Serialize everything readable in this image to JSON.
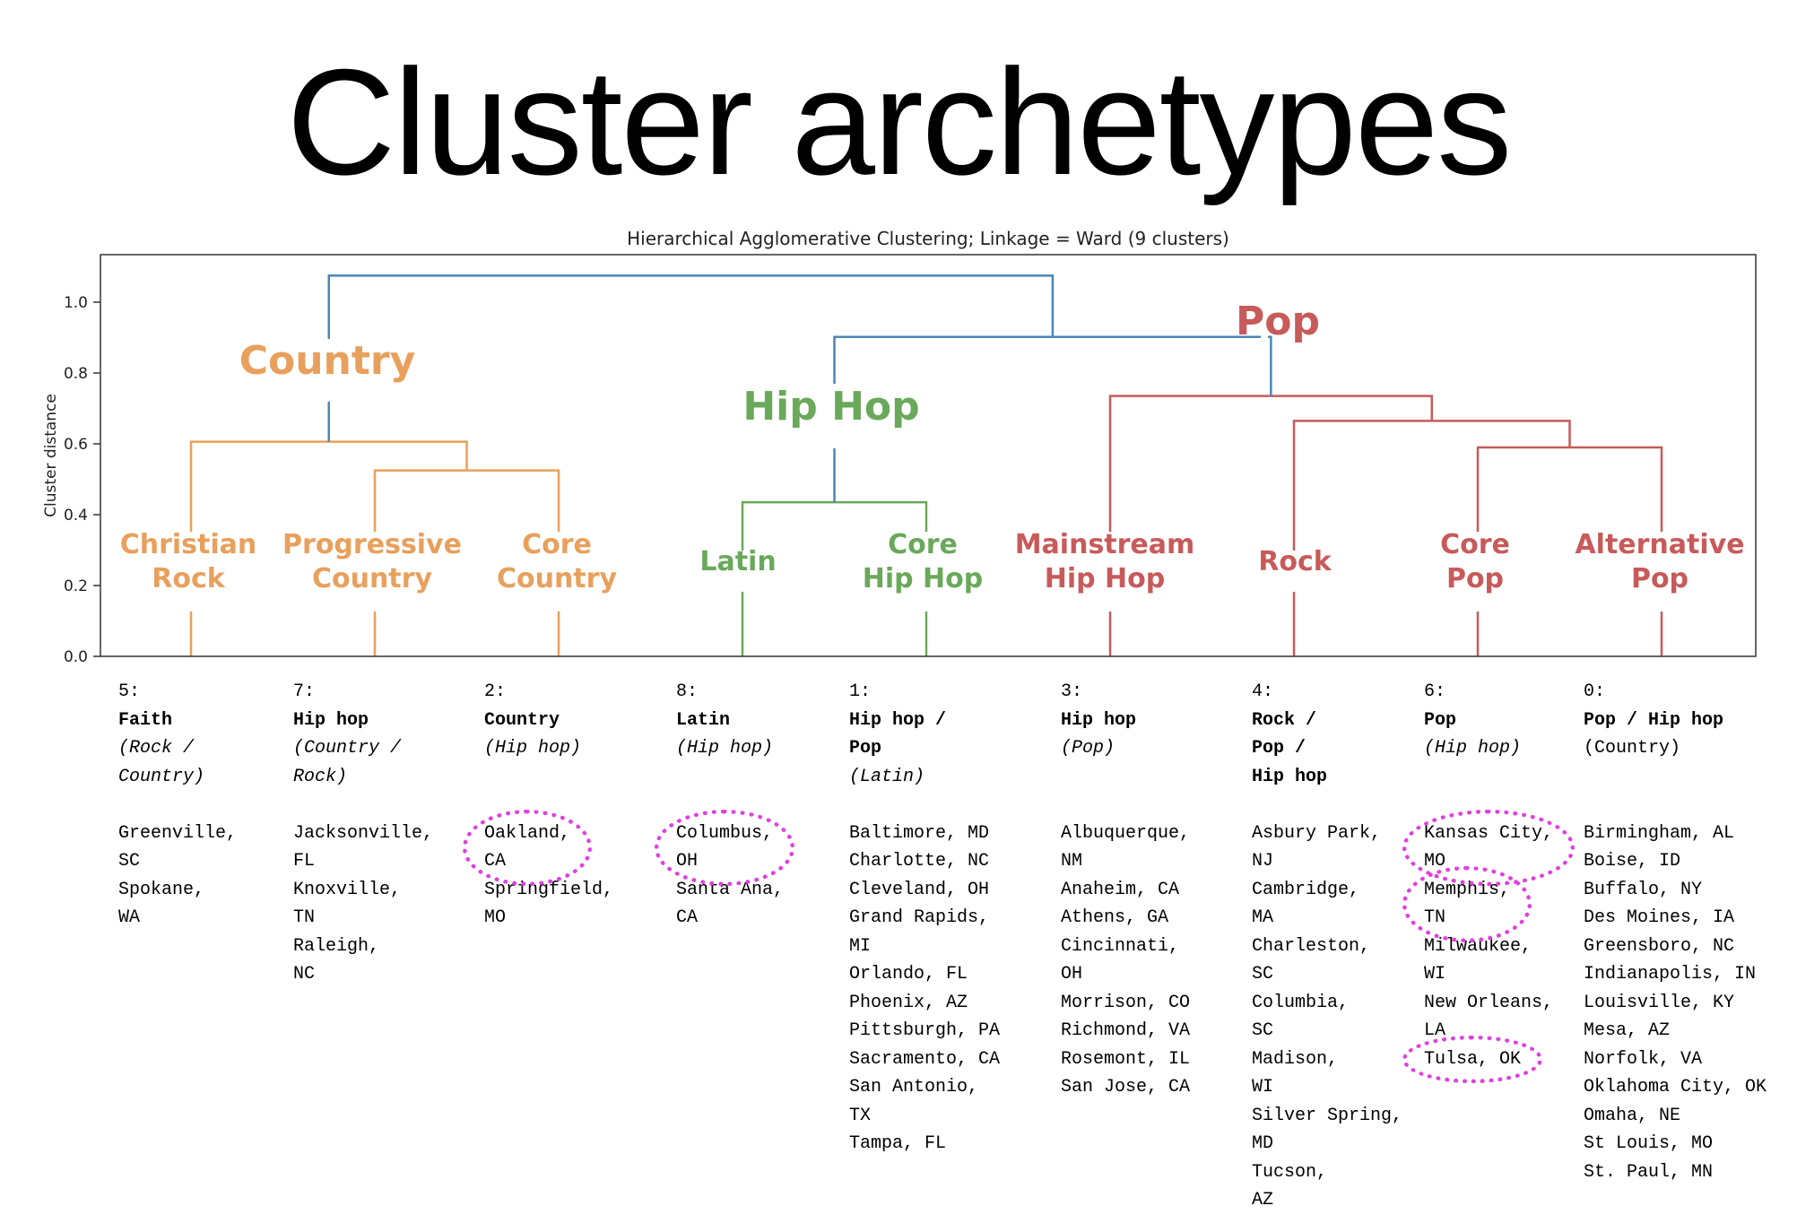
{
  "slide": {
    "title": "Cluster archetypes"
  },
  "chart_data": {
    "type": "dendrogram",
    "title": "Hierarchical Agglomerative Clustering; Linkage = Ward (9 clusters)",
    "ylabel": "Cluster distance",
    "ylim": [
      0,
      1.12
    ],
    "yticks": [
      "0.0",
      "0.2",
      "0.4",
      "0.6",
      "0.8",
      "1.0"
    ],
    "ytick_values": [
      0,
      0.2,
      0.4,
      0.6,
      0.8,
      1.0
    ],
    "colors": {
      "country": "#E8A05C",
      "hiphop": "#6AA85A",
      "pop": "#C85A5A",
      "root": "#4A86B8",
      "highlight": "#E040E0"
    },
    "leaf_order": [
      "5",
      "7",
      "2",
      "8",
      "1",
      "3",
      "4",
      "6",
      "0"
    ],
    "merges": [
      {
        "left": "7",
        "right": "2",
        "height": 0.525,
        "color": "#E8A05C"
      },
      {
        "left": "5",
        "right": "7+2",
        "height": 0.606,
        "color": "#E8A05C"
      },
      {
        "left": "8",
        "right": "1",
        "height": 0.435,
        "color": "#6AA85A"
      },
      {
        "left": "6",
        "right": "0",
        "height": 0.59,
        "color": "#C85A5A"
      },
      {
        "left": "4",
        "right": "6+0",
        "height": 0.665,
        "color": "#C85A5A"
      },
      {
        "left": "3",
        "right": "4+6+0",
        "height": 0.735,
        "color": "#C85A5A"
      },
      {
        "left": "8+1",
        "right": "3+4+6+0",
        "height": 0.902,
        "color": "#4A86B8"
      },
      {
        "left": "5+7+2",
        "right": "8+1+3+4+6+0",
        "height": 1.075,
        "color": "#4A86B8"
      }
    ],
    "group_labels": [
      {
        "text": "Country",
        "color": "#E8A05C"
      },
      {
        "text": "Hip Hop",
        "color": "#6AA85A"
      },
      {
        "text": "Pop",
        "color": "#C85A5A"
      }
    ],
    "leaf_labels": [
      {
        "lines": [
          "Christian",
          "Rock"
        ],
        "color": "#E8A05C"
      },
      {
        "lines": [
          "Progressive",
          "Country"
        ],
        "color": "#E8A05C"
      },
      {
        "lines": [
          "Core",
          "Country"
        ],
        "color": "#E8A05C"
      },
      {
        "lines": [
          "Latin"
        ],
        "color": "#6AA85A"
      },
      {
        "lines": [
          "Core",
          "Hip Hop"
        ],
        "color": "#6AA85A"
      },
      {
        "lines": [
          "Mainstream",
          "Hip Hop"
        ],
        "color": "#C85A5A"
      },
      {
        "lines": [
          "Rock"
        ],
        "color": "#C85A5A"
      },
      {
        "lines": [
          "Core",
          "Pop"
        ],
        "color": "#C85A5A"
      },
      {
        "lines": [
          "Alternative",
          "Pop"
        ],
        "color": "#C85A5A"
      }
    ]
  },
  "clusters": [
    {
      "id": "5:",
      "desc": [
        "Faith"
      ],
      "sub": [
        "(Rock /",
        "Country)"
      ],
      "sub_italic": true,
      "cities": [
        "Greenville,",
        "SC",
        "Spokane,",
        "WA"
      ],
      "highlights": []
    },
    {
      "id": "7:",
      "desc": [
        "Hip hop"
      ],
      "sub": [
        "(Country /",
        "Rock)"
      ],
      "sub_italic": true,
      "cities": [
        "Jacksonville,",
        "FL",
        "Knoxville,",
        "TN",
        "Raleigh,",
        "NC"
      ],
      "highlights": []
    },
    {
      "id": "2:",
      "desc": [
        "Country"
      ],
      "sub": [
        "(Hip hop)"
      ],
      "sub_italic": true,
      "cities": [
        "Oakland,",
        "CA",
        "Springfield,",
        "MO"
      ],
      "highlights": [
        0
      ]
    },
    {
      "id": "8:",
      "desc": [
        "Latin"
      ],
      "sub": [
        "(Hip hop)"
      ],
      "sub_italic": true,
      "cities": [
        "Columbus,",
        "OH",
        "Santa Ana,",
        "CA"
      ],
      "highlights": [
        0
      ]
    },
    {
      "id": "1:",
      "desc": [
        "Hip hop /",
        "Pop"
      ],
      "sub": [
        "(Latin)"
      ],
      "sub_italic": true,
      "cities": [
        "Baltimore, MD",
        "Charlotte, NC",
        "Cleveland, OH",
        "Grand Rapids,",
        "MI",
        "Orlando, FL",
        "Phoenix, AZ",
        "Pittsburgh, PA",
        "Sacramento, CA",
        "San Antonio,",
        "TX",
        "Tampa, FL"
      ],
      "highlights": []
    },
    {
      "id": "3:",
      "desc": [
        "Hip hop"
      ],
      "sub": [
        "(Pop)"
      ],
      "sub_italic": true,
      "cities": [
        "Albuquerque,",
        "NM",
        "Anaheim, CA",
        "Athens, GA",
        "Cincinnati,",
        "OH",
        "Morrison, CO",
        "Richmond, VA",
        "Rosemont, IL",
        "San Jose, CA"
      ],
      "highlights": []
    },
    {
      "id": "4:",
      "desc": [
        "Rock /",
        "Pop /",
        "Hip hop"
      ],
      "sub": [],
      "sub_italic": true,
      "cities": [
        "Asbury Park,",
        "NJ",
        "Cambridge,",
        "MA",
        "Charleston,",
        "SC",
        "Columbia,",
        "SC",
        "Madison,",
        "WI",
        "Silver Spring,",
        "MD",
        "Tucson,",
        "AZ"
      ],
      "highlights": []
    },
    {
      "id": "6:",
      "desc": [
        "Pop"
      ],
      "sub": [
        "(Hip hop)"
      ],
      "sub_italic": true,
      "cities": [
        "Kansas City,",
        "MO",
        "Memphis,",
        "TN",
        "Milwaukee,",
        "WI",
        "New Orleans,",
        "LA",
        "Tulsa, OK"
      ],
      "highlights": [
        0,
        2,
        8
      ]
    },
    {
      "id": "0:",
      "desc": [
        "Pop / Hip hop"
      ],
      "sub": [
        "(Country)"
      ],
      "sub_italic": false,
      "cities": [
        "Birmingham, AL",
        "Boise, ID",
        "Buffalo, NY",
        "Des Moines, IA",
        "Greensboro, NC",
        "Indianapolis, IN",
        "Louisville, KY",
        "Mesa, AZ",
        "Norfolk, VA",
        "Oklahoma City, OK",
        "Omaha, NE",
        "St Louis, MO",
        "St. Paul, MN"
      ],
      "highlights": []
    }
  ]
}
